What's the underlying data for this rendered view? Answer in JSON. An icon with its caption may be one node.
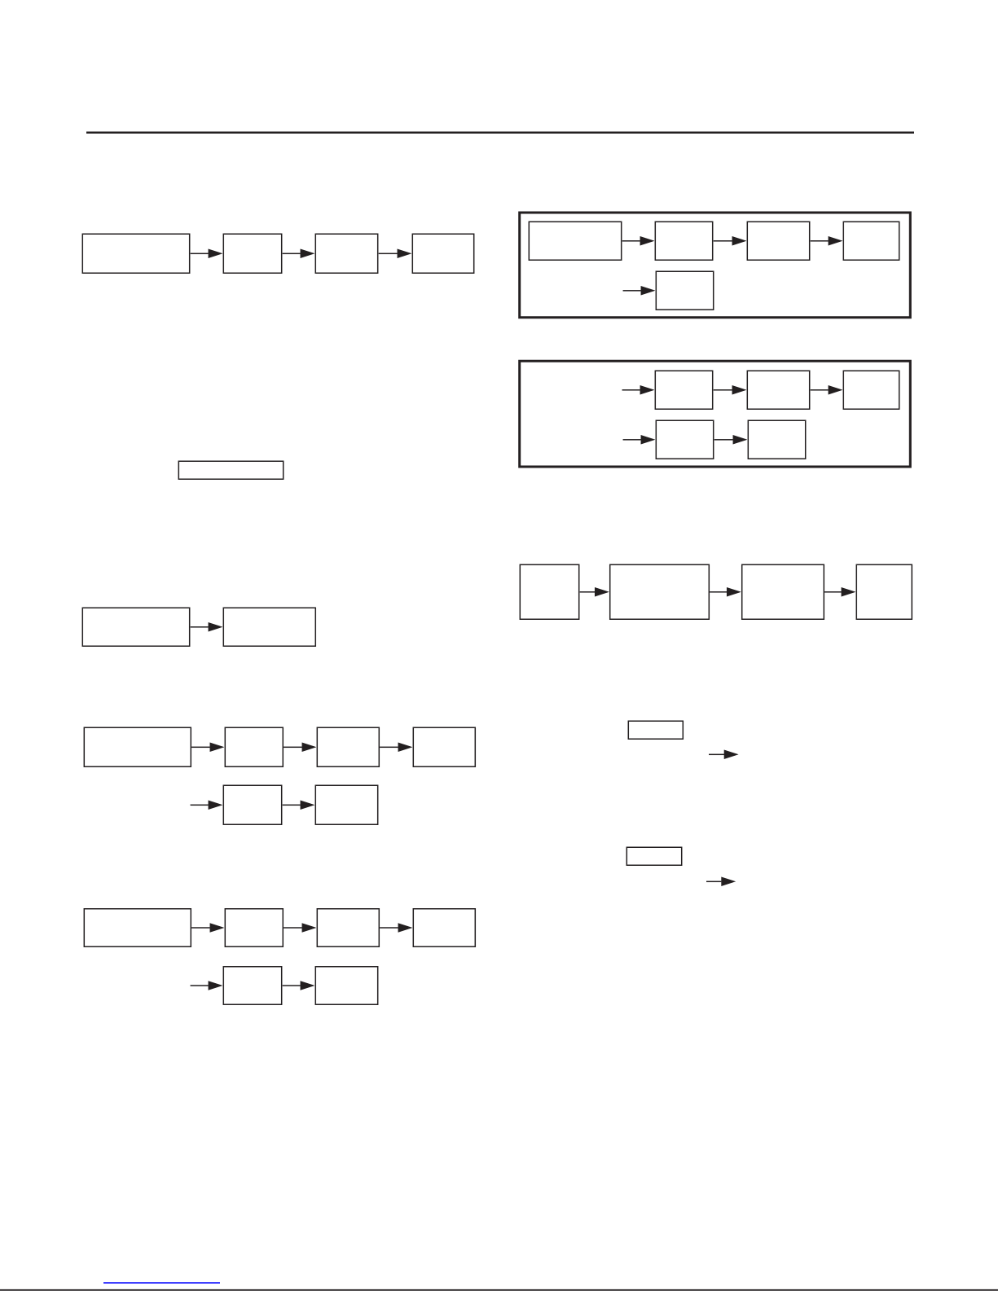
{
  "diagram": {
    "nodes": [
      {
        "text": [],
        "shape": "box"
      },
      {
        "text": [],
        "shape": "box"
      },
      {
        "text": [],
        "shape": "box"
      },
      {
        "text": [],
        "shape": "box"
      },
      {
        "text": [],
        "shape": "box"
      },
      {
        "text": [],
        "shape": "box"
      },
      {
        "text": [],
        "shape": "box"
      },
      {
        "text": [],
        "shape": "box"
      },
      {
        "text": [],
        "shape": "box"
      },
      {
        "text": [],
        "shape": "box"
      },
      {
        "text": [],
        "shape": "box"
      },
      {
        "text": [],
        "shape": "box"
      },
      {
        "text": [],
        "shape": "box"
      },
      {
        "text": [],
        "shape": "box"
      },
      {
        "text": [],
        "shape": "box"
      },
      {
        "text": [],
        "shape": "box"
      },
      {
        "text": [],
        "shape": "box"
      },
      {
        "text": [],
        "shape": "box"
      },
      {
        "text": [],
        "shape": "box"
      },
      {
        "text": [],
        "shape": "box"
      },
      {
        "text": [],
        "shape": "box",
        "in": 19
      },
      {
        "text": [],
        "shape": "box",
        "in": 19
      },
      {
        "text": [],
        "shape": "box",
        "in": 19
      },
      {
        "text": [],
        "shape": "box",
        "in": 19
      },
      {
        "text": [],
        "shape": "box",
        "in": 19
      },
      {
        "text": [],
        "shape": "box"
      },
      {
        "text": [],
        "shape": "box",
        "in": 25
      },
      {
        "text": [],
        "shape": "box",
        "in": 25
      },
      {
        "text": [],
        "shape": "box",
        "in": 25
      },
      {
        "text": [],
        "shape": "box",
        "in": 25
      },
      {
        "text": [],
        "shape": "box",
        "in": 25
      },
      {
        "text": [],
        "shape": "box"
      },
      {
        "text": [],
        "shape": "box"
      },
      {
        "text": [],
        "shape": "box"
      },
      {
        "text": [],
        "shape": "box"
      },
      {
        "text": [],
        "shape": "box"
      },
      {
        "text": [],
        "shape": "box"
      }
    ],
    "edges": [
      {
        "from": 0,
        "to": 1,
        "arrow": "to"
      },
      {
        "from": 1,
        "to": 2,
        "arrow": "to"
      },
      {
        "from": 2,
        "to": 3,
        "arrow": "to"
      },
      {
        "from": 5,
        "to": 6,
        "arrow": "to"
      },
      {
        "from": 7,
        "to": 8,
        "arrow": "to"
      },
      {
        "from": 8,
        "to": 9,
        "arrow": "to"
      },
      {
        "from": 9,
        "to": 10,
        "arrow": "to"
      },
      {
        "from": null,
        "to": 11,
        "arrow": "to"
      },
      {
        "from": 11,
        "to": 12,
        "arrow": "to"
      },
      {
        "from": 13,
        "to": 14,
        "arrow": "to"
      },
      {
        "from": 14,
        "to": 15,
        "arrow": "to"
      },
      {
        "from": 15,
        "to": 16,
        "arrow": "to"
      },
      {
        "from": null,
        "to": 17,
        "arrow": "to"
      },
      {
        "from": 17,
        "to": 18,
        "arrow": "to"
      },
      {
        "from": 20,
        "to": 21,
        "arrow": "to"
      },
      {
        "from": 21,
        "to": 22,
        "arrow": "to"
      },
      {
        "from": 22,
        "to": 23,
        "arrow": "to"
      },
      {
        "from": null,
        "to": 24,
        "arrow": "to"
      },
      {
        "from": null,
        "to": 26,
        "arrow": "to"
      },
      {
        "from": 26,
        "to": 27,
        "arrow": "to"
      },
      {
        "from": 27,
        "to": 28,
        "arrow": "to"
      },
      {
        "from": null,
        "to": 29,
        "arrow": "to"
      },
      {
        "from": 29,
        "to": 30,
        "arrow": "to"
      },
      {
        "from": 31,
        "to": 32,
        "arrow": "to"
      },
      {
        "from": 32,
        "to": 33,
        "arrow": "to"
      },
      {
        "from": 33,
        "to": 34,
        "arrow": "to"
      }
    ]
  }
}
